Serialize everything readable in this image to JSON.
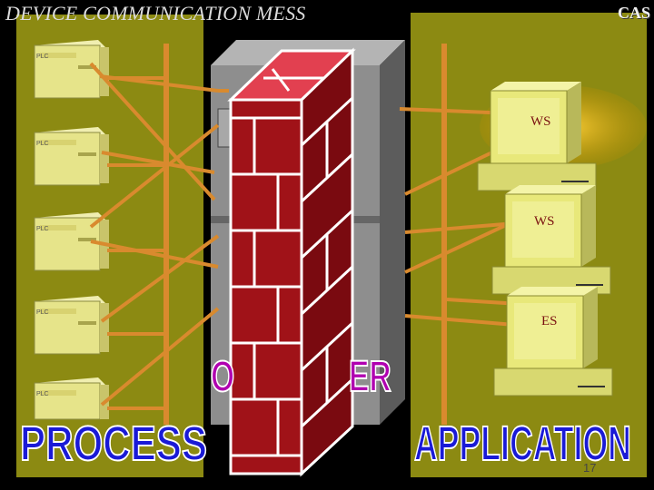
{
  "title": "DEVICE COMMUNICATION MESS",
  "logo": "CAS",
  "labels": {
    "process": "PROCESS",
    "application": "APPLICATION",
    "partial_left": "O",
    "partial_right": "ER"
  },
  "workstations": [
    {
      "label": "WS"
    },
    {
      "label": "WS"
    },
    {
      "label": "ES"
    }
  ],
  "plc_count": 5,
  "page_number": "17",
  "colors": {
    "panel": "#8c8a12",
    "bus": "#d98a2e",
    "brick": "#a01218",
    "monitor": "#e8e87a",
    "server": "#8a8a8a"
  }
}
